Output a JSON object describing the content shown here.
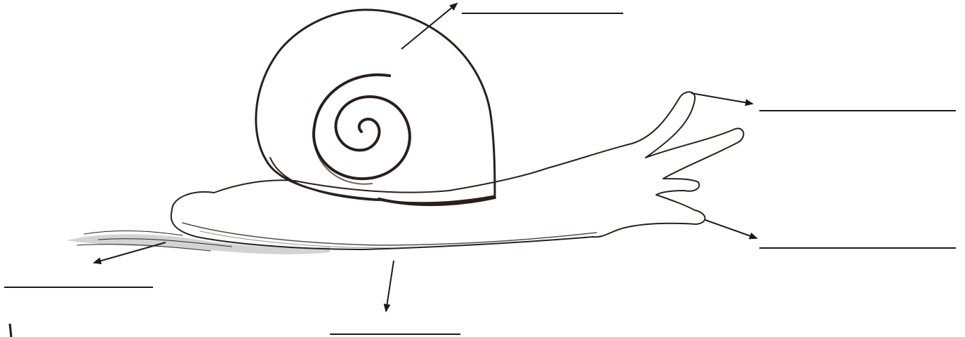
{
  "diagram": {
    "subject": "snail",
    "colors": {
      "body": "#c89a82",
      "body_shade": "#b07f68",
      "shell_dark": "#5a4432",
      "shell_mid": "#9b7a62",
      "shell_light": "#f4ece6",
      "outline": "#2a1f1a",
      "slime": "#b9b9bd"
    },
    "labels": [
      {
        "id": "shell",
        "text": ""
      },
      {
        "id": "upper-tentacle",
        "text": ""
      },
      {
        "id": "lower-tentacle",
        "text": ""
      },
      {
        "id": "foot",
        "text": ""
      },
      {
        "id": "slime-trail",
        "text": ""
      }
    ]
  }
}
